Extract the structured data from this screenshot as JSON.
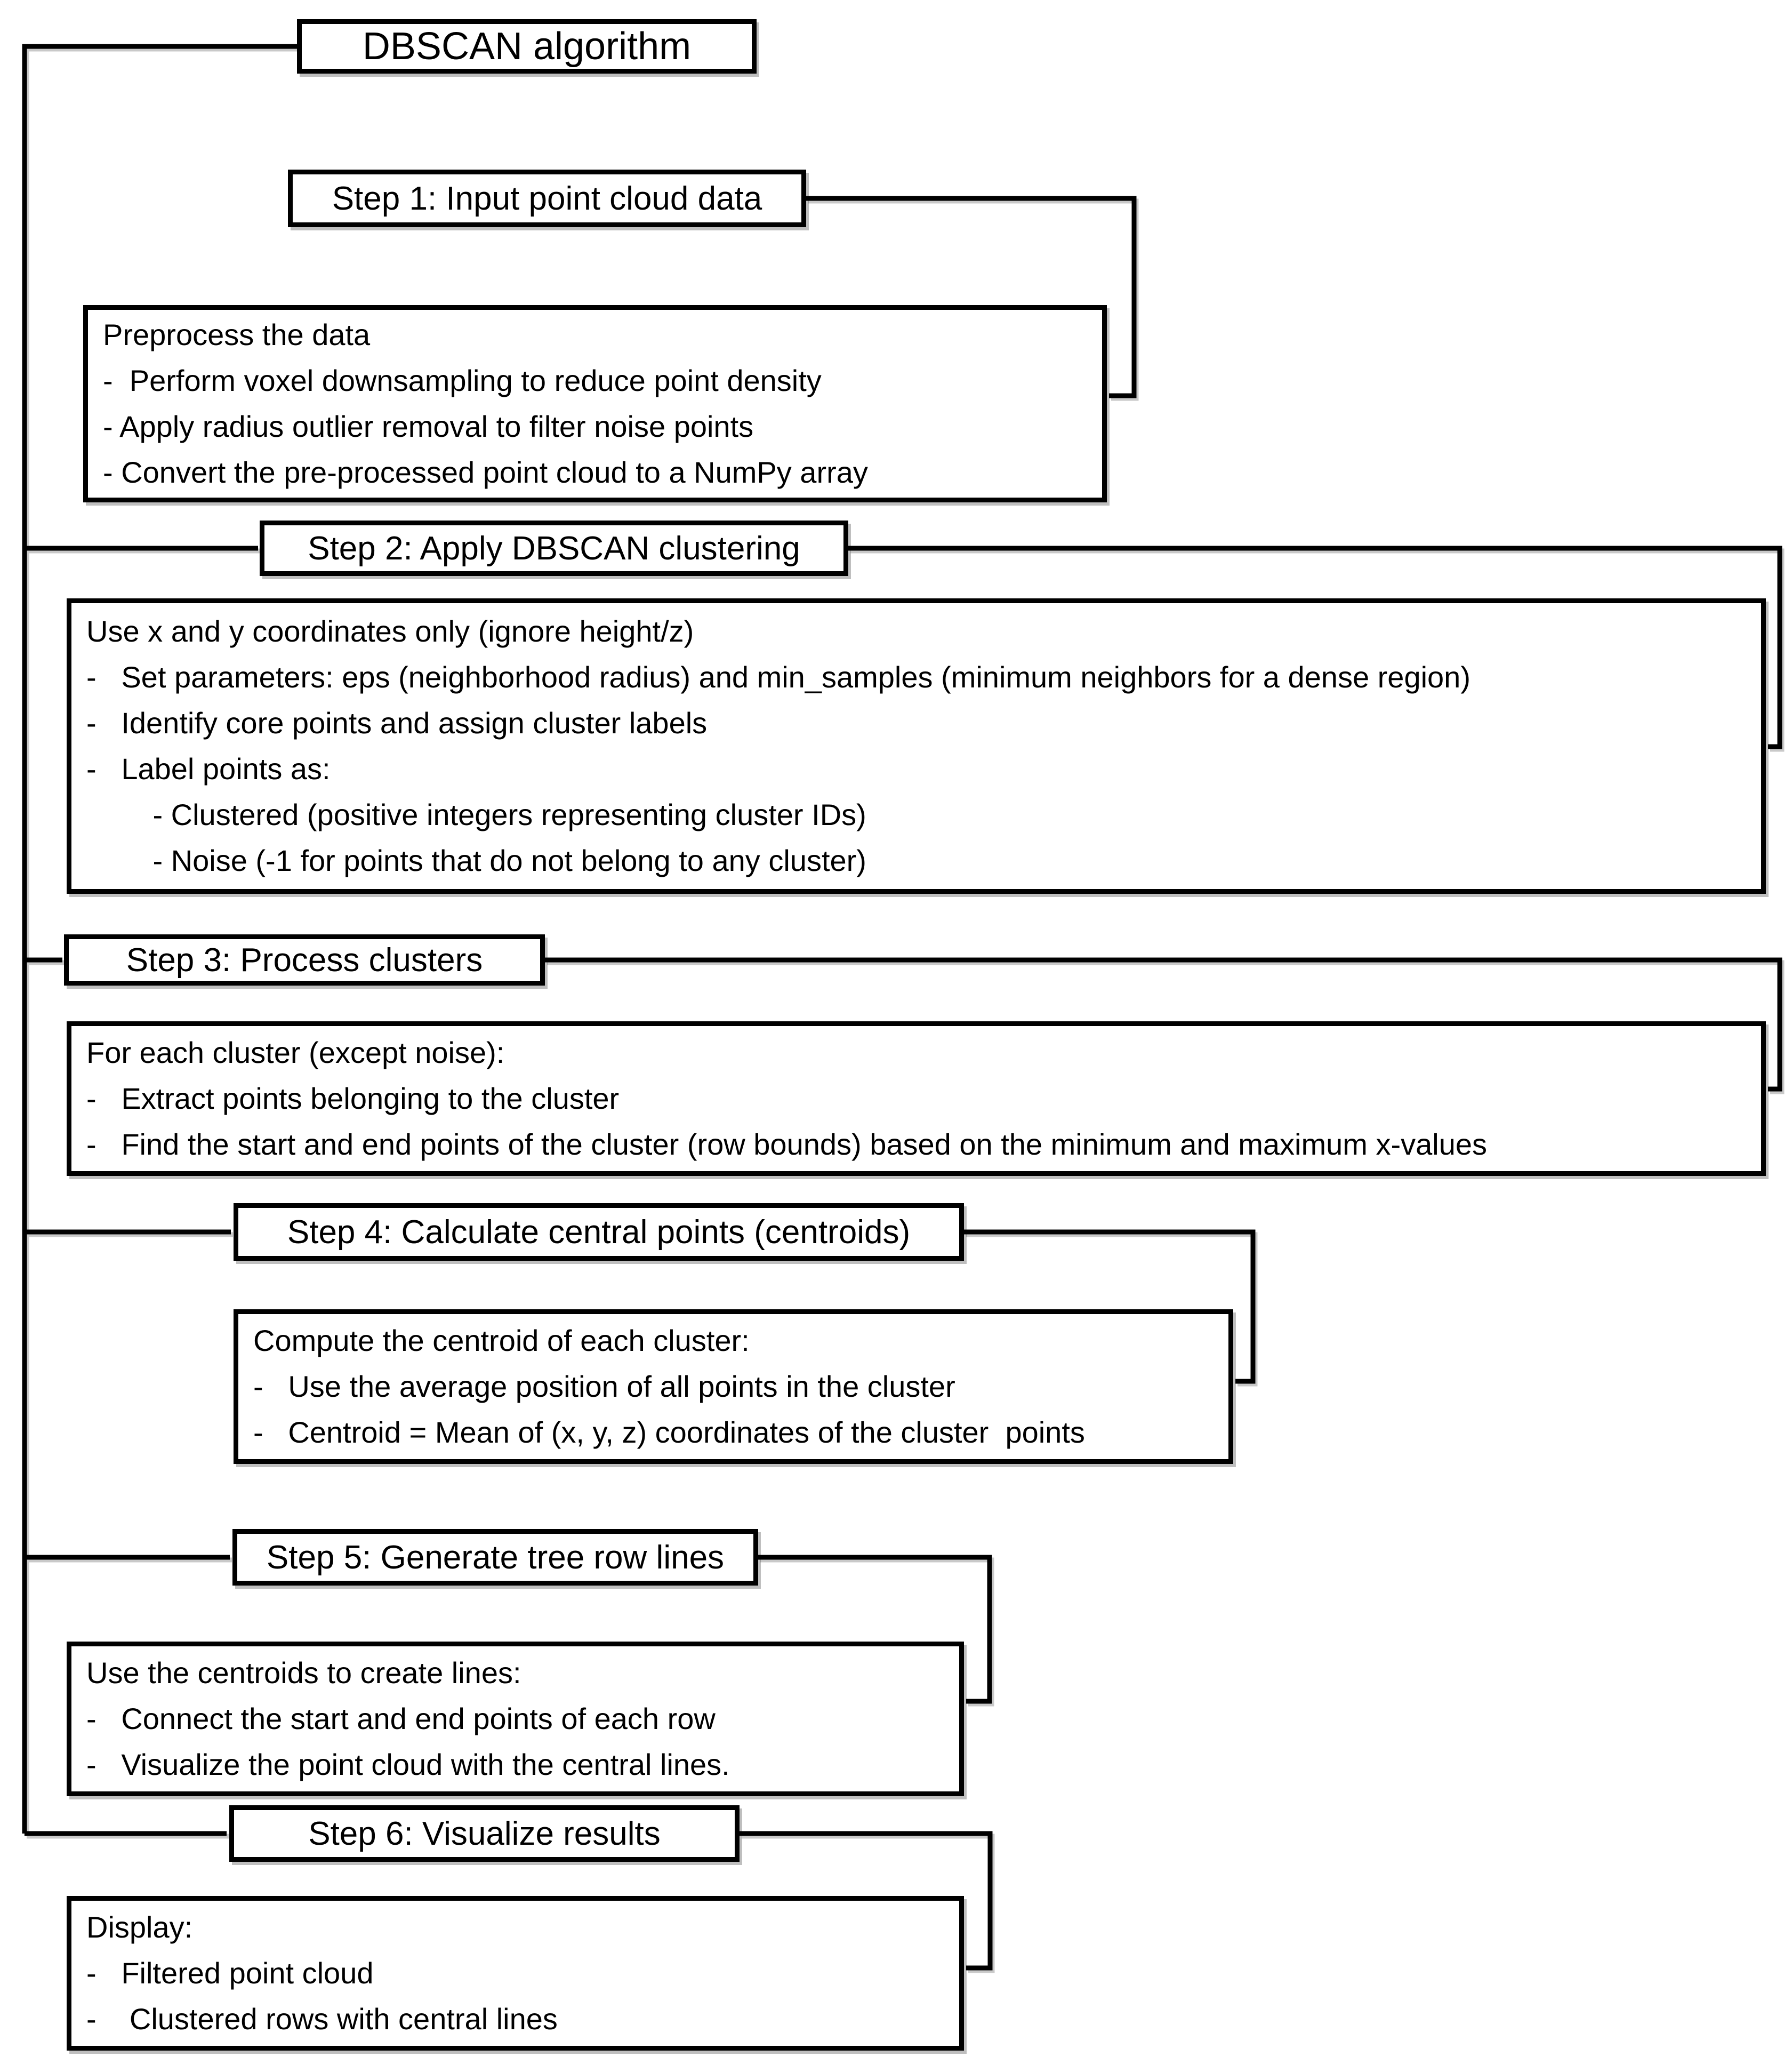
{
  "flowchart": {
    "title": "DBSCAN algorithm",
    "colors": {
      "line": "#000000",
      "box_fill": "#ffffff",
      "text": "#000000",
      "background": "#ffffff"
    },
    "steps": [
      {
        "label": "Step 1: Input point cloud data",
        "detail": {
          "lines": [
            "Preprocess the data",
            "-  Perform voxel downsampling to reduce point density",
            "- Apply radius outlier removal to filter noise points",
            "- Convert the pre-processed point cloud to a NumPy array"
          ]
        }
      },
      {
        "label": "Step 2: Apply DBSCAN clustering",
        "detail": {
          "lines": [
            "Use x and y coordinates only (ignore height/z)",
            "-   Set parameters: eps (neighborhood radius) and min_samples (minimum neighbors for a dense region)",
            "-   Identify core points and assign cluster labels",
            "-   Label points as:",
            "        - Clustered (positive integers representing cluster IDs)",
            "        - Noise (-1 for points that do not belong to any cluster)"
          ]
        }
      },
      {
        "label": "Step 3: Process clusters",
        "detail": {
          "lines": [
            "For each cluster (except noise):",
            "-   Extract points belonging to the cluster",
            "-   Find the start and end points of the cluster (row bounds) based on the minimum and maximum x-values"
          ]
        }
      },
      {
        "label": "Step 4: Calculate central points (centroids)",
        "detail": {
          "lines": [
            "Compute the centroid of each cluster:",
            "-   Use the average position of all points in the cluster",
            "-   Centroid = Mean of (x, y, z) coordinates of the cluster  points"
          ]
        }
      },
      {
        "label": "Step 5: Generate tree row lines",
        "detail": {
          "lines": [
            "Use the centroids to create lines:",
            "-   Connect the start and end points of each row",
            "-   Visualize the point cloud with the central lines."
          ]
        }
      },
      {
        "label": "Step 6: Visualize results",
        "detail": {
          "lines": [
            "Display:",
            "-   Filtered point cloud",
            "-    Clustered rows with central lines"
          ]
        }
      }
    ]
  }
}
